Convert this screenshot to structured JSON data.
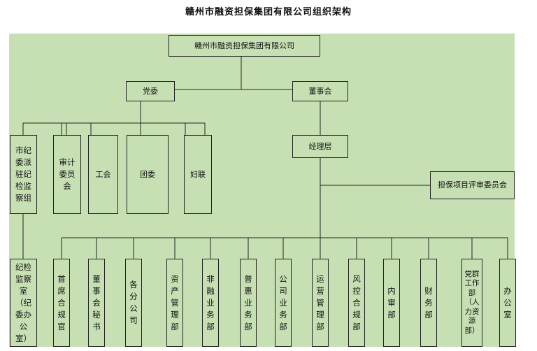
{
  "title": "赣州市融资担保集团有限公司组织架构",
  "root": "赣州市融资担保集团有限公司",
  "party_committee": "党委",
  "board": "董事会",
  "manager_level": "经理层",
  "guarantee_committee": "担保项目评审委员会",
  "party_units": [
    "市纪委派驻纪检监察组",
    "审计委员会",
    "工会",
    "团委",
    "妇联"
  ],
  "departments": [
    "纪检监察室（纪委办公室）",
    "首席合规官",
    "董事会秘书",
    "各分公司",
    "资产管理部",
    "非融业务部",
    "普惠业务部",
    "公司业务部",
    "运营管理部",
    "风控合规部",
    "内审部",
    "财务部",
    "党群工作部（人力资源部）",
    "办公室"
  ],
  "colors": {
    "background": "#c6e0b4",
    "line": "#222222"
  }
}
